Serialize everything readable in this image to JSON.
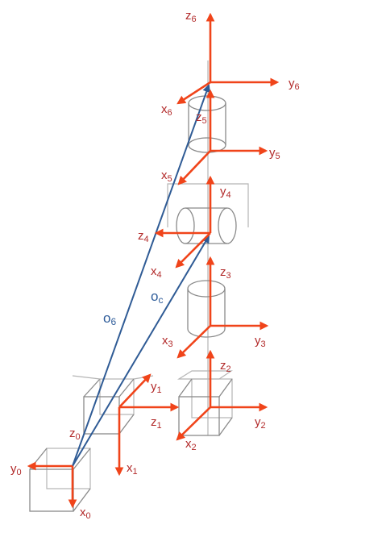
{
  "frames": [
    {
      "id": "frame-0",
      "axes": [
        {
          "name": "y",
          "sub": "0"
        },
        {
          "name": "x",
          "sub": "0"
        },
        {
          "name": "z",
          "sub": "0"
        }
      ]
    },
    {
      "id": "frame-1",
      "axes": [
        {
          "name": "y",
          "sub": "1"
        },
        {
          "name": "z",
          "sub": "1"
        },
        {
          "name": "x",
          "sub": "1"
        }
      ]
    },
    {
      "id": "frame-2",
      "axes": [
        {
          "name": "z",
          "sub": "2"
        },
        {
          "name": "y",
          "sub": "2"
        },
        {
          "name": "x",
          "sub": "2"
        }
      ]
    },
    {
      "id": "frame-3",
      "axes": [
        {
          "name": "z",
          "sub": "3"
        },
        {
          "name": "y",
          "sub": "3"
        },
        {
          "name": "x",
          "sub": "3"
        }
      ]
    },
    {
      "id": "frame-4",
      "axes": [
        {
          "name": "y",
          "sub": "4"
        },
        {
          "name": "z",
          "sub": "4"
        },
        {
          "name": "x",
          "sub": "4"
        }
      ]
    },
    {
      "id": "frame-5",
      "axes": [
        {
          "name": "z",
          "sub": "5"
        },
        {
          "name": "y",
          "sub": "5"
        },
        {
          "name": "x",
          "sub": "5"
        }
      ]
    },
    {
      "id": "frame-6",
      "axes": [
        {
          "name": "z",
          "sub": "6"
        },
        {
          "name": "y",
          "sub": "6"
        },
        {
          "name": "x",
          "sub": "6"
        }
      ]
    }
  ],
  "vectors": [
    {
      "name": "o",
      "sub": "c"
    },
    {
      "name": "o",
      "sub": "6"
    }
  ],
  "colors": {
    "axis": "#f0441a",
    "axis_label": "#b22a2a",
    "vector": "#2f5b95",
    "body": "#8a8a8a"
  }
}
